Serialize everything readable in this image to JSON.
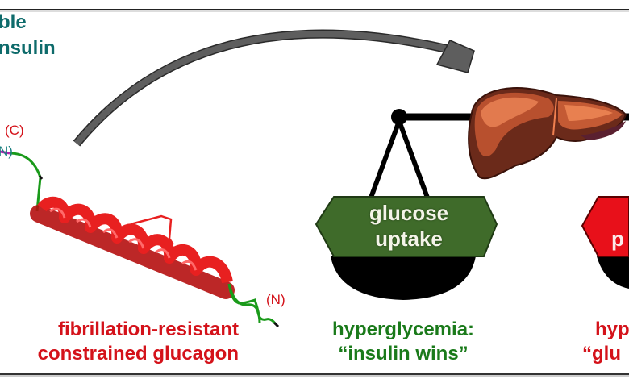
{
  "left_title": {
    "line1": "ble",
    "line2": "nsulin"
  },
  "peptide": {
    "c_label": "(C)",
    "n_label_left": "N)",
    "n_label_right": "(N)",
    "caption_line1": "fibrillation-resistant",
    "caption_line2": "constrained glucagon"
  },
  "scale_left": {
    "badge_line1": "glucose",
    "badge_line2": "uptake",
    "badge_color": "#3f6b2a",
    "caption_line1": "hyperglycemia:",
    "caption_line2": "“insulin wins”"
  },
  "scale_right": {
    "badge_partial": "p",
    "badge_color": "#e8101a",
    "caption_line1": "hyp",
    "caption_line2": "“glu"
  },
  "colors": {
    "teal_text": "#0e6b6b",
    "red_text": "#d4121a",
    "green_text": "#1a7a1a",
    "arrow_gray": "#5a5a5a",
    "helix_red": "#e01818",
    "liver_base": "#8a3a22"
  }
}
